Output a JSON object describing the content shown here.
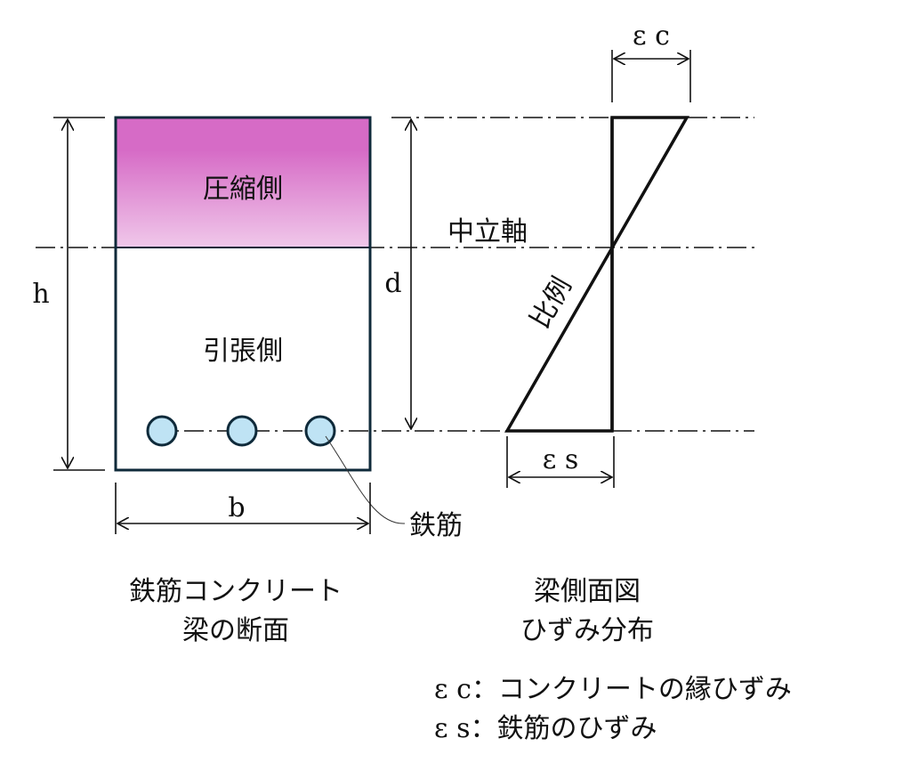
{
  "section": {
    "compression_label": "圧縮側",
    "tension_label": "引張側",
    "h_label": "h",
    "d_label": "d",
    "b_label": "b",
    "rebar_label": "鉄筋",
    "caption_line1": "鉄筋コンクリート",
    "caption_line2": "梁の断面"
  },
  "strain": {
    "neutral_axis_label": "中立軸",
    "proportional_label": "比例",
    "ec_label": "ε c",
    "es_label": "ε s",
    "caption_line1": "梁側面図",
    "caption_line2": "ひずみ分布"
  },
  "legend": [
    "ε c：コンクリートの縁ひずみ",
    "ε s：鉄筋のひずみ"
  ],
  "colors": {
    "compression_top": "#d66bc6",
    "compression_bottom": "#f0c8ea",
    "rebar_fill": "#bfe3f4",
    "outline": "#0f2a3a"
  }
}
